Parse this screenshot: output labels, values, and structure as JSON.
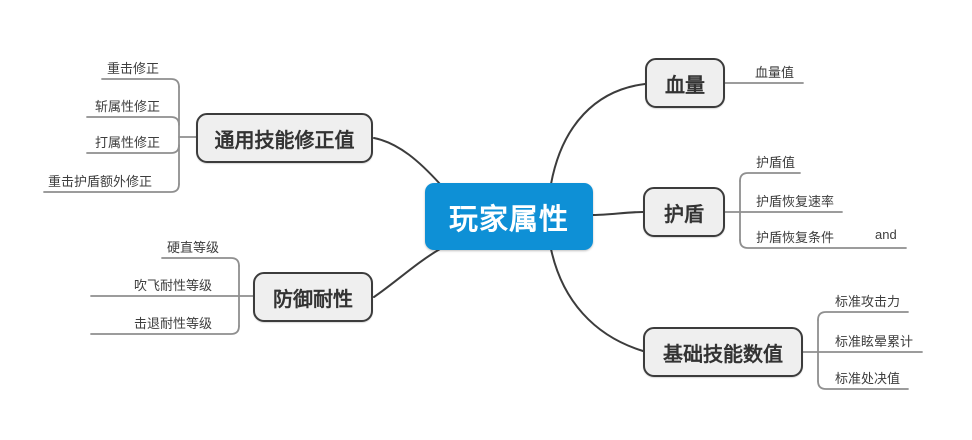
{
  "root": {
    "label": "玩家属性"
  },
  "branches": [
    {
      "label": "通用技能修正值",
      "side": "left",
      "children": [
        {
          "label": "重击修正"
        },
        {
          "label": "斩属性修正"
        },
        {
          "label": "打属性修正"
        },
        {
          "label": "重击护盾额外修正"
        }
      ]
    },
    {
      "label": "防御耐性",
      "side": "left",
      "children": [
        {
          "label": "硬直等级"
        },
        {
          "label": "吹飞耐性等级"
        },
        {
          "label": "击退耐性等级"
        }
      ]
    },
    {
      "label": "血量",
      "side": "right",
      "children": [
        {
          "label": "血量值"
        }
      ]
    },
    {
      "label": "护盾",
      "side": "right",
      "children": [
        {
          "label": "护盾值"
        },
        {
          "label": "护盾恢复速率"
        },
        {
          "label": "护盾恢复条件",
          "children": [
            {
              "label": "and"
            }
          ]
        }
      ]
    },
    {
      "label": "基础技能数值",
      "side": "right",
      "children": [
        {
          "label": "标准攻击力"
        },
        {
          "label": "标准眩晕累计"
        },
        {
          "label": "标准处决值"
        }
      ]
    }
  ],
  "colors": {
    "root_fill": "#0e90d6",
    "root_text": "#ffffff",
    "branch_fill": "#efefef",
    "border_dark": "#3c3c3c",
    "line_light": "#8f8f8f",
    "leaf_text": "#3d3d3d",
    "background": "#ffffff"
  }
}
